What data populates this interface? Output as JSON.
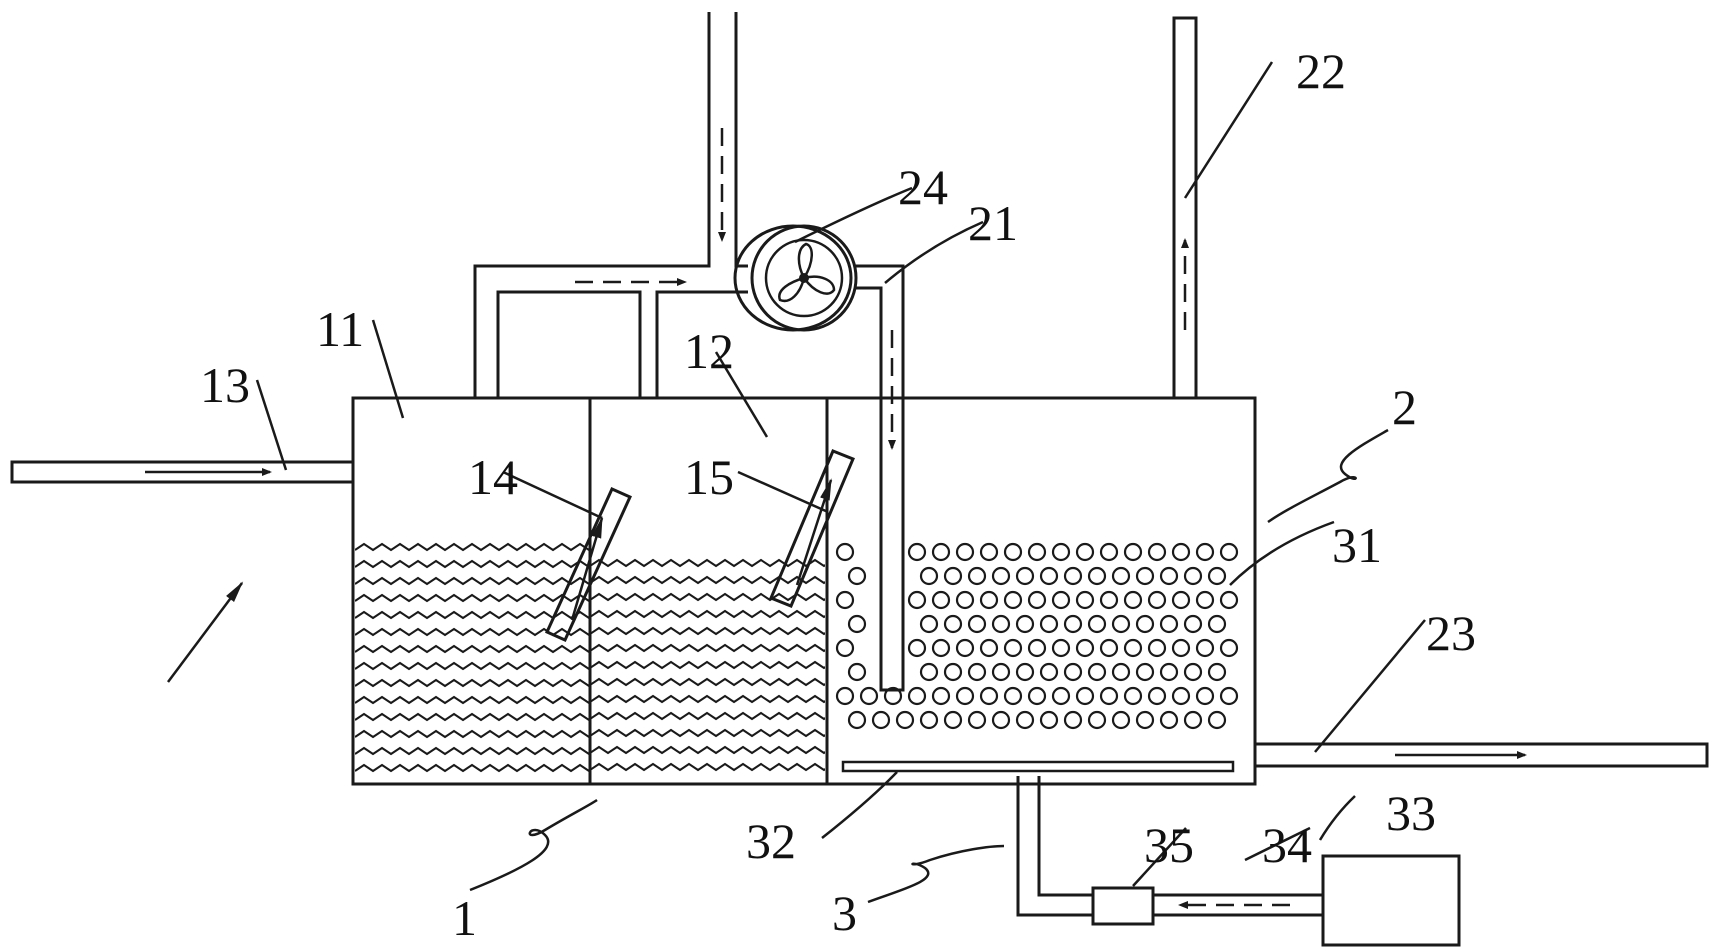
{
  "diagram": {
    "labels": {
      "l1": "1",
      "l2": "2",
      "l3": "3",
      "l11": "11",
      "l12": "12",
      "l13": "13",
      "l14": "14",
      "l15": "15",
      "l21": "21",
      "l22": "22",
      "l23": "23",
      "l24": "24",
      "l31": "31",
      "l32": "32",
      "l33": "33",
      "l34": "34",
      "l35": "35"
    },
    "colors": {
      "line": "#1a1a1a",
      "background": "#ffffff"
    }
  }
}
